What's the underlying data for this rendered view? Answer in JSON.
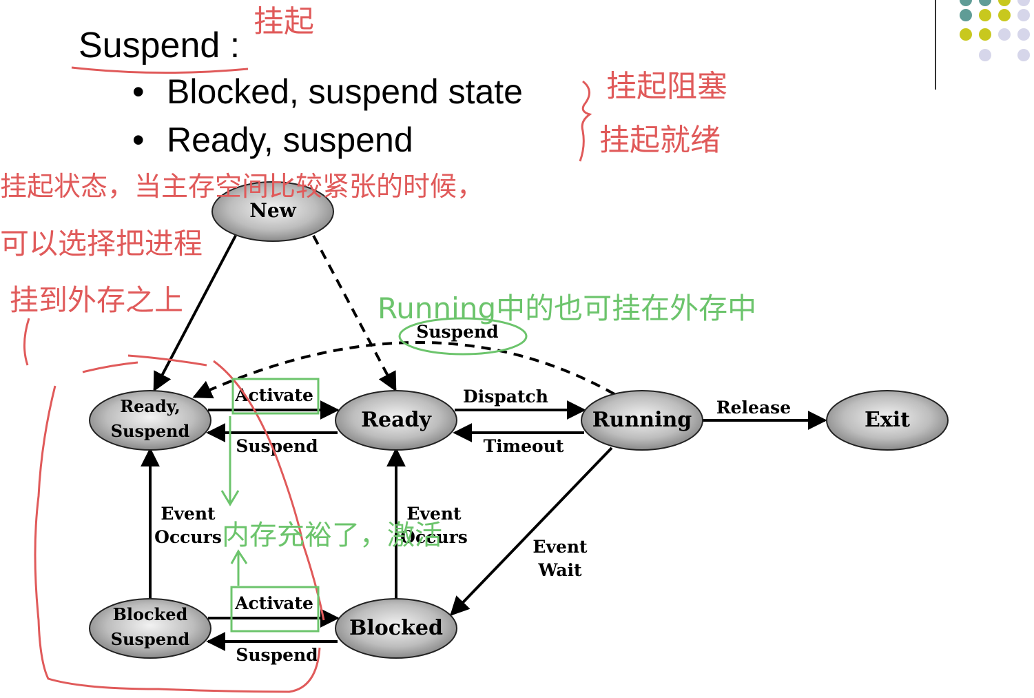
{
  "heading": "Suspend :",
  "bullets": [
    "Blocked, suspend state",
    "Ready, suspend"
  ],
  "bullet_marker": "•",
  "annotations": {
    "heading_note": "挂起",
    "bullet_note_1": "挂起阻塞",
    "bullet_note_2": "挂起就绪",
    "left_note_1": "挂起状态，当主存空间比较紧张的时候，",
    "left_note_2": "可以选择把进程",
    "left_note_3": "挂到外存之上",
    "running_note": "Running中的也可挂在外存中",
    "memory_note": "内存充裕了，激活"
  },
  "diagram": {
    "nodes": {
      "new": "New",
      "ready_suspend_1": "Ready,",
      "ready_suspend_2": "Suspend",
      "ready": "Ready",
      "running": "Running",
      "exit": "Exit",
      "blocked_suspend_1": "Blocked",
      "blocked_suspend_2": "Suspend",
      "blocked": "Blocked"
    },
    "edges": {
      "suspend_dashed": "Suspend",
      "activate_top": "Activate",
      "suspend_top": "Suspend",
      "dispatch": "Dispatch",
      "timeout": "Timeout",
      "release": "Release",
      "event_occurs_left_1": "Event",
      "event_occurs_left_2": "Occurs",
      "event_occurs_mid_1": "Event",
      "event_occurs_mid_2": "Occurs",
      "event_wait_1": "Event",
      "event_wait_2": "Wait",
      "activate_bottom": "Activate",
      "suspend_bottom": "Suspend"
    }
  },
  "colors": {
    "red_ink": "#e05a5a",
    "green_ink": "#6cc46c",
    "dots_teal": "#5f9c96",
    "dots_olive": "#c8c81e",
    "dots_lavender": "#d6d6ea"
  }
}
